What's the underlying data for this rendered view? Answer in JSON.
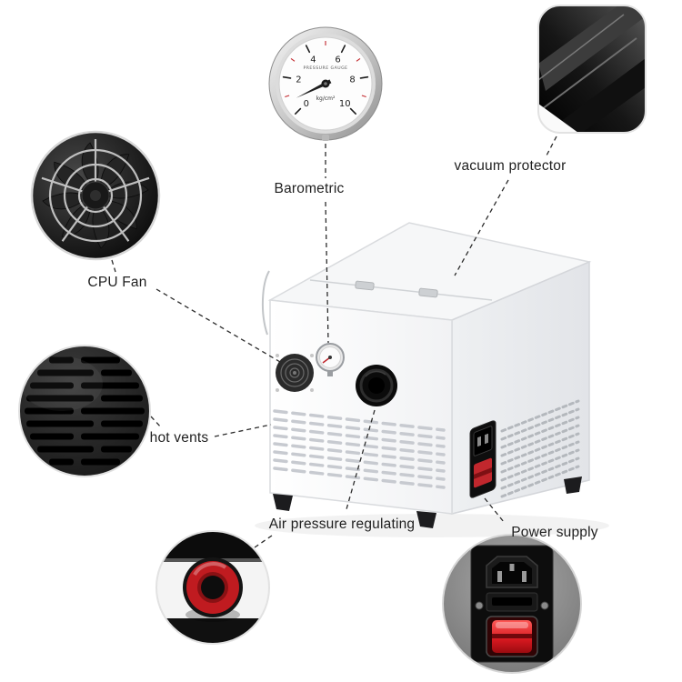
{
  "labels": {
    "barometric": "Barometric",
    "vacuum_protector": "vacuum protector",
    "cpu_fan": "CPU Fan",
    "hot_vents": "hot vents",
    "air_pressure_regulating": "Air pressure regulating",
    "power_supply": "Power supply"
  },
  "gauge": {
    "title": "PRESSURE GAUGE",
    "unit": "kg/cm²",
    "ticks": [
      "0",
      "2",
      "4",
      "6",
      "8",
      "10"
    ]
  },
  "colors": {
    "accent_red": "#c01b20",
    "connector_line": "#2b2b2b",
    "machine_body": "#fdfdfd"
  }
}
